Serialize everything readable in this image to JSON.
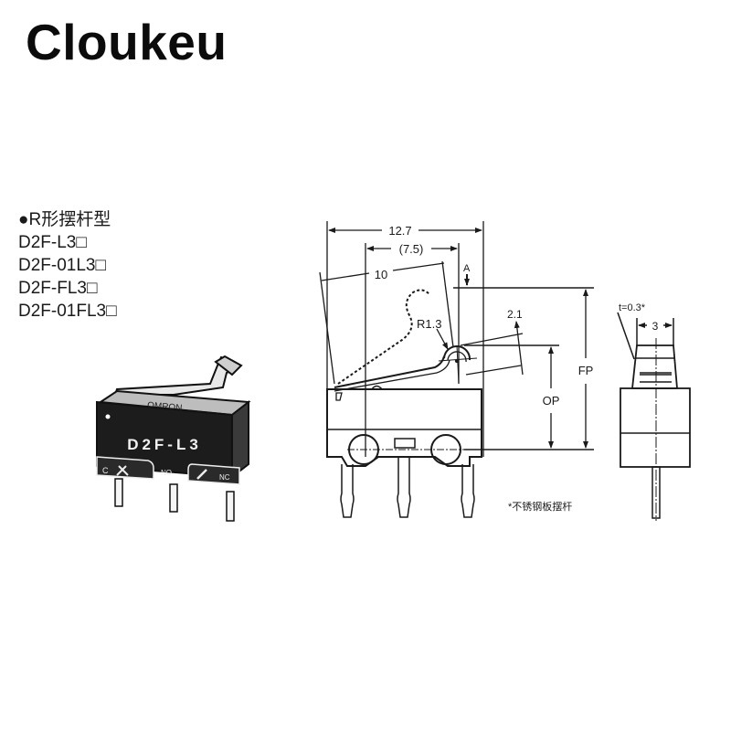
{
  "header": {
    "brand": "Cloukeu"
  },
  "model_list": {
    "heading": "●R形摆杆型",
    "items": [
      "D2F-L3□",
      "D2F-01L3□",
      "D2F-FL3□",
      "D2F-01FL3□"
    ]
  },
  "product_photo": {
    "body_label": "D2F-L3",
    "logo_text": "OMRON",
    "terminal_labels": {
      "com": "C",
      "no": "NO",
      "nc": "NC"
    }
  },
  "side_view": {
    "dims": {
      "overall_width": "12.7",
      "lever_offset": "(7.5)",
      "lever_length": "10",
      "roller_radius": "R1.3",
      "roller_width": "2.1",
      "operating_position": "OP",
      "free_position": "FP",
      "actuation_direction": "A"
    }
  },
  "front_view": {
    "dims": {
      "lever_thickness": "t=0.3*",
      "width": "3"
    }
  },
  "footnote": "*不锈钢板摆杆"
}
